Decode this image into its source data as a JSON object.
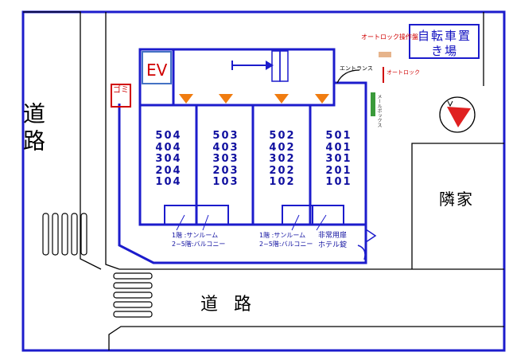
{
  "labels": {
    "road_vertical": "道路",
    "road_horizontal": "道路",
    "neighbor": "隣家",
    "ev": "EV",
    "bike_parking": "自転車置き場",
    "autolock_panel": "オートロック操作盤",
    "entrance": "エントランス",
    "autolock": "オートロック",
    "trash": "ゴミ",
    "mailbox": "メールボックス"
  },
  "columns": [
    {
      "units": [
        "504",
        "404",
        "304",
        "204",
        "104"
      ]
    },
    {
      "units": [
        "503",
        "403",
        "303",
        "203",
        "103"
      ]
    },
    {
      "units": [
        "502",
        "402",
        "302",
        "202",
        "102"
      ]
    },
    {
      "units": [
        "501",
        "401",
        "301",
        "201",
        "101"
      ]
    }
  ],
  "notes": {
    "left_line1": "1階 :サンルーム",
    "left_line2": "2~5階:バルコニー",
    "right_line1": "1階 :サンルーム",
    "right_line2": "2~5階:バルコニー",
    "emergency_line1": "非常用扉",
    "emergency_line2": "ホテル錠"
  },
  "colors": {
    "plan_blue": "#1c1ccc",
    "accent_red": "#d00000",
    "arrow_orange": "#f07c10",
    "ev_fill": "#4472c4",
    "panel_tan": "#e6b48c"
  }
}
